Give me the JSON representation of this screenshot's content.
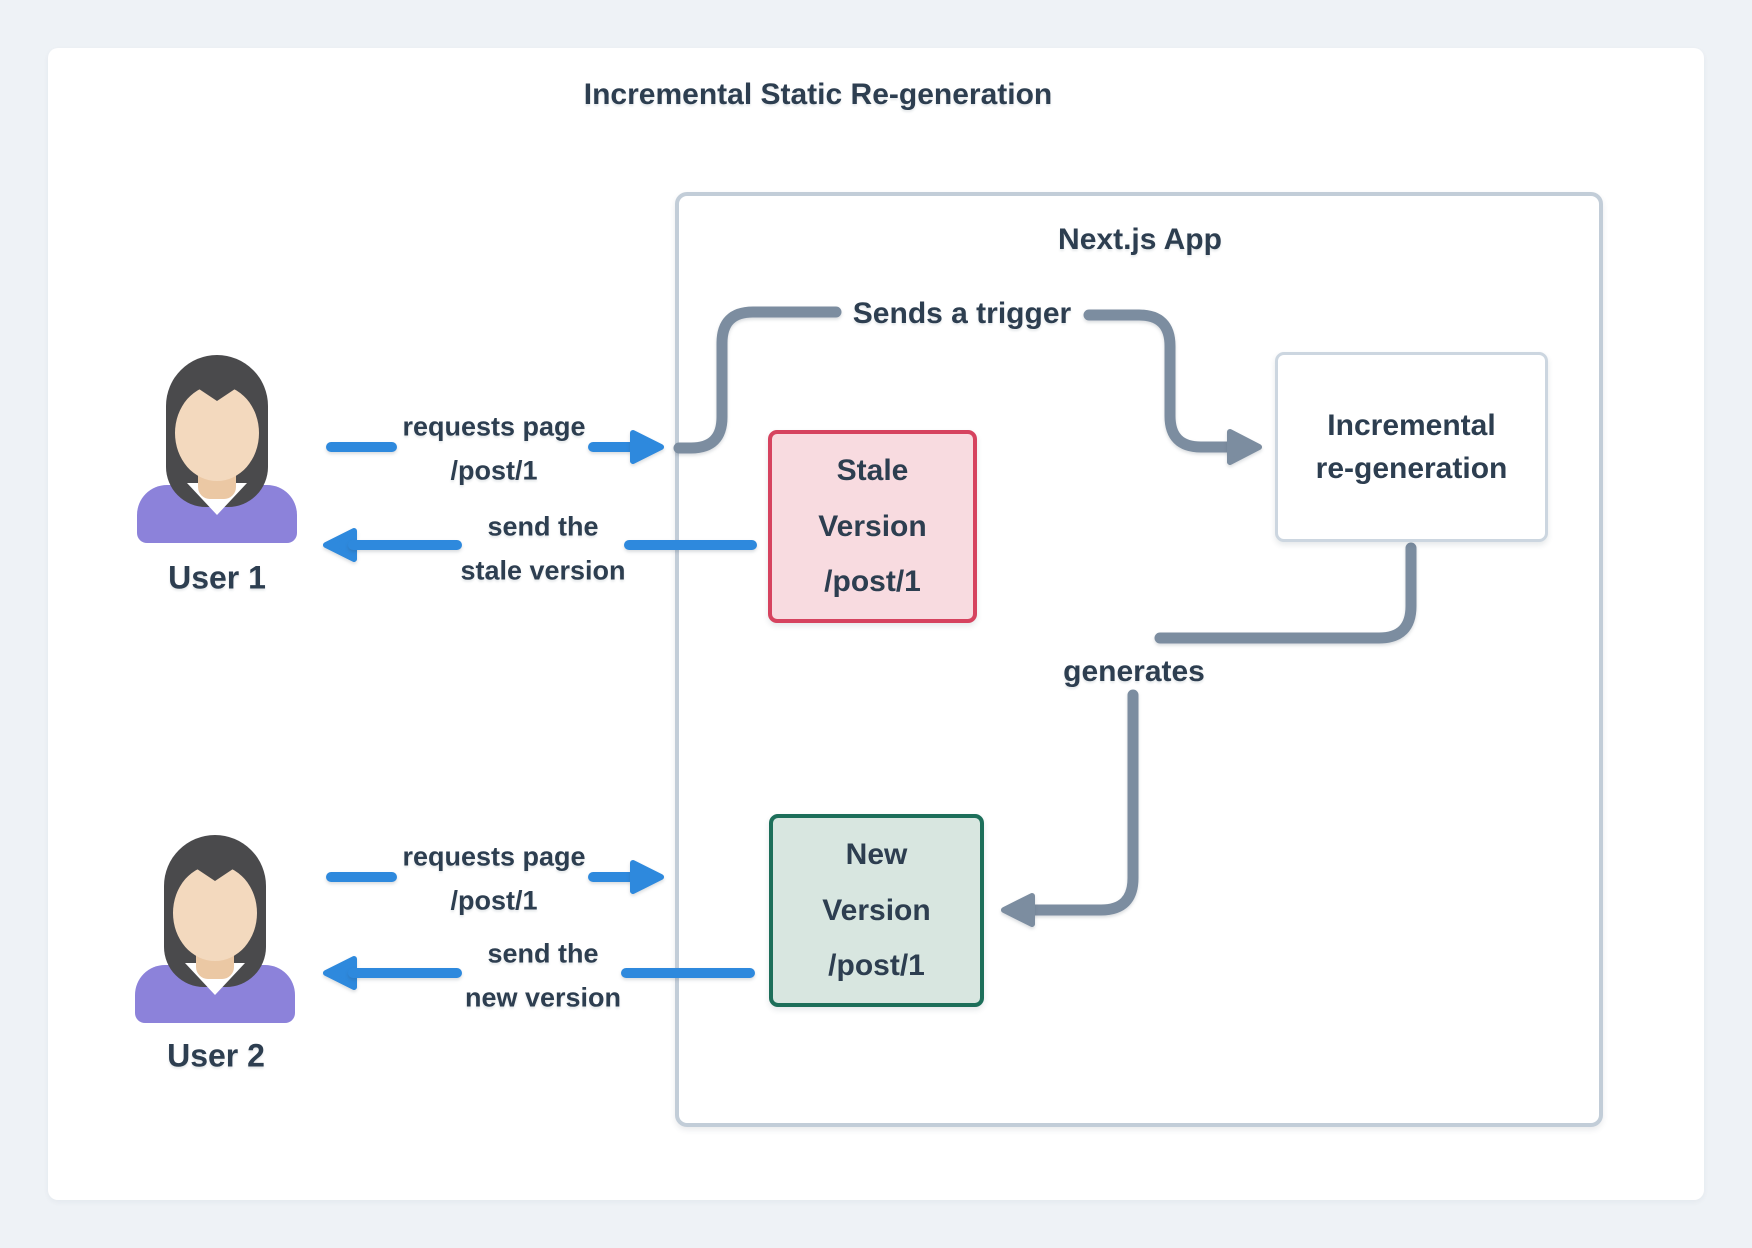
{
  "title": "Incremental Static Re-generation",
  "container": {
    "label": "Next.js App"
  },
  "connectors": {
    "trigger_label": "Sends a trigger",
    "generates_label": "generates"
  },
  "users": [
    {
      "name": "User 1",
      "request_label": {
        "line1": "requests page",
        "line2": "/post/1"
      },
      "response_label": {
        "line1": "send the",
        "line2": "stale version"
      }
    },
    {
      "name": "User 2",
      "request_label": {
        "line1": "requests page",
        "line2": "/post/1"
      },
      "response_label": {
        "line1": "send the",
        "line2": "new version"
      }
    }
  ],
  "boxes": {
    "stale": {
      "line1": "Stale",
      "line2": "Version",
      "line3": "/post/1"
    },
    "new": {
      "line1": "New",
      "line2": "Version",
      "line3": "/post/1"
    },
    "regen": {
      "line1": "Incremental",
      "line2": "re-generation"
    }
  },
  "colors": {
    "page_bg": "#eef2f6",
    "card_bg": "#ffffff",
    "text_dark": "#2d3e50",
    "arrow_blue": "#2e89dd",
    "connector_gray": "#7c8da0",
    "container_border": "#c2cdd8",
    "regen_border": "#ccd6e0",
    "stale_fill": "#f8dbe0",
    "stale_border": "#d6435f",
    "new_fill": "#d8e6e0",
    "new_border": "#1d6f5a",
    "avatar_hair": "#4a4a4c",
    "avatar_skin": "#f3d9be",
    "avatar_shirt": "#8c82da"
  }
}
